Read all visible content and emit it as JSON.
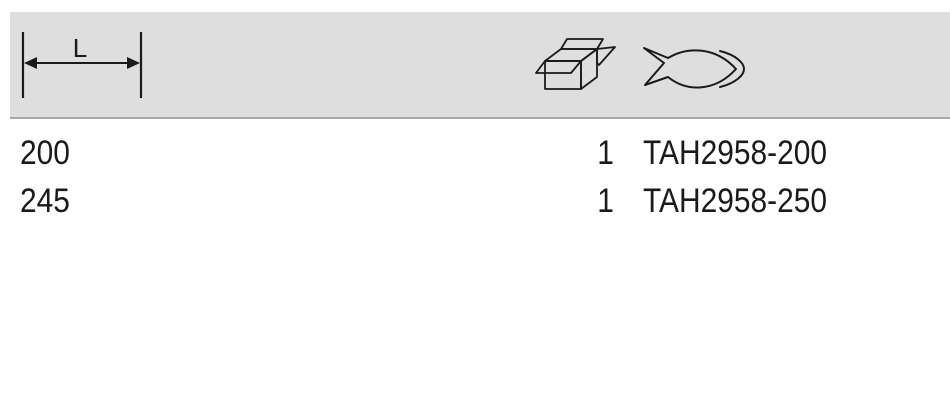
{
  "header": {
    "length_symbol": "L",
    "icons": [
      "length-dimension-icon",
      "package-box-icon",
      "fish-article-icon"
    ]
  },
  "rows": [
    {
      "length": "200",
      "qty": "1",
      "code": "TAH2958-200"
    },
    {
      "length": "245",
      "qty": "1",
      "code": "TAH2958-250"
    }
  ],
  "colors": {
    "header_bg": "#dedede",
    "header_rule": "#a8a8a8",
    "text": "#1a1a1a"
  }
}
